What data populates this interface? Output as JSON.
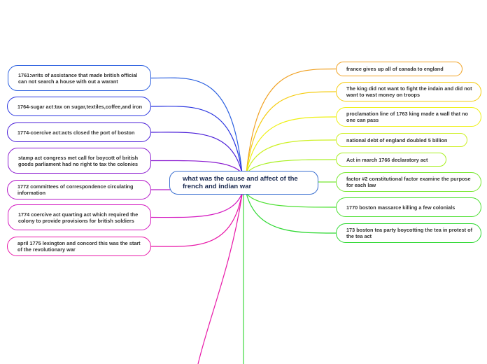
{
  "central_topic": "what was the cause and affect of the french and indian war",
  "left_branches": [
    {
      "text": "1761:writs of assistance that made british official can not search a house with out a warant",
      "color": "#2a5fe0"
    },
    {
      "text": "1764-sugar act:tax on sugar,textiles,coffee,and iron",
      "color": "#2a35e0"
    },
    {
      "text": "1774-coercive act:acts closed the port of boston",
      "color": "#4a1ed8"
    },
    {
      "text": "stamp act congress met call for boycott of british goods parliament had no right to tax the colonies",
      "color": "#8a1ad0"
    },
    {
      "text": "1772 committees of correspondence circulating information",
      "color": "#b418c8"
    },
    {
      "text": "1774 coercive act quarting act which required the colony to provide provisions for british soldiers",
      "color": "#d418c0"
    },
    {
      "text": "april 1775 lexington and  concord this was the start of the revolutionary war",
      "color": "#e818a8"
    }
  ],
  "right_branches": [
    {
      "text": "france gives up all of canada to england",
      "color": "#f0a020"
    },
    {
      "text": "The king did not want to fight the indain and did not want to wast money on troops",
      "color": "#f5cc10"
    },
    {
      "text": "proclamation line of 1763 king made a wall that no one can pass",
      "color": "#eef010"
    },
    {
      "text": "national debt of england doubled 5 billion",
      "color": "#cdf020"
    },
    {
      "text": "Act in march 1766 declaratory act",
      "color": "#a8f020"
    },
    {
      "text": "factor #2 constitutional factor examine the purpose for each law",
      "color": "#78e830"
    },
    {
      "text": "1770 boston massarce killing a few colonials",
      "color": "#4ce030"
    },
    {
      "text": "173 boston tea party boycotting the tea in protest of the tea act",
      "color": "#2cd830"
    }
  ],
  "extra_branch_colors": [
    "#e818a8",
    "#3cd83c"
  ]
}
